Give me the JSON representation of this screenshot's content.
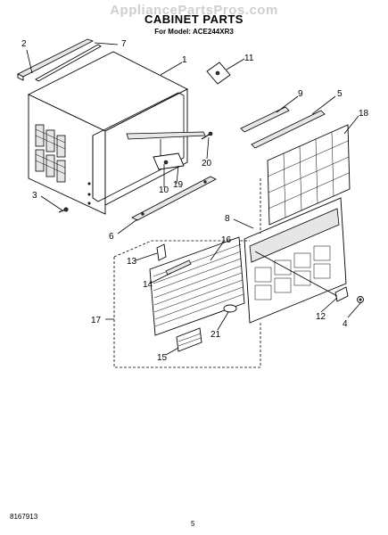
{
  "watermark": "AppliancePartsPros.com",
  "title": "CABINET PARTS",
  "subtitle": "For Model: ACE244XR3",
  "footer": {
    "doc_number": "8167913",
    "page_number": "5"
  },
  "callouts": {
    "c1": "1",
    "c2": "2",
    "c3": "3",
    "c4": "4",
    "c5": "5",
    "c6": "6",
    "c7": "7",
    "c8": "8",
    "c9": "9",
    "c10": "10",
    "c11": "11",
    "c12": "12",
    "c13": "13",
    "c14": "14",
    "c15": "15",
    "c16": "16",
    "c17": "17",
    "c18": "18",
    "c19": "19",
    "c20": "20",
    "c21": "21"
  }
}
